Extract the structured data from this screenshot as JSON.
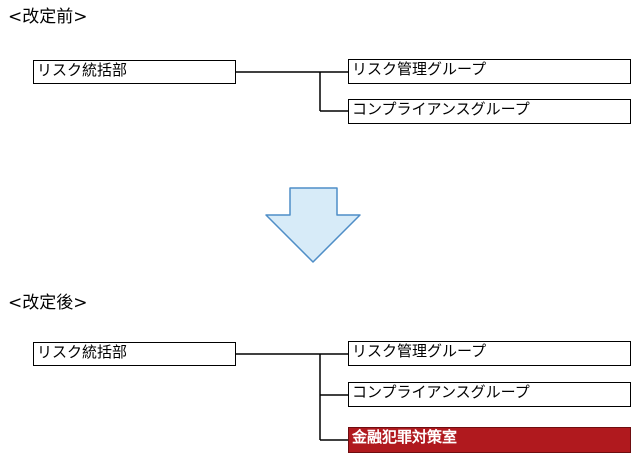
{
  "before": {
    "label": "<改定前>",
    "parent": "リスク統括部",
    "children": [
      "リスク管理グループ",
      "コンプライアンスグループ"
    ]
  },
  "after": {
    "label": "<改定後>",
    "parent": "リスク統括部",
    "children": [
      "リスク管理グループ",
      "コンプライアンスグループ"
    ],
    "new_child": "金融犯罪対策室"
  },
  "colors": {
    "arrow_fill": "#d7ebf8",
    "arrow_stroke": "#4f8ec7",
    "highlight_fill": "#b0191e"
  }
}
